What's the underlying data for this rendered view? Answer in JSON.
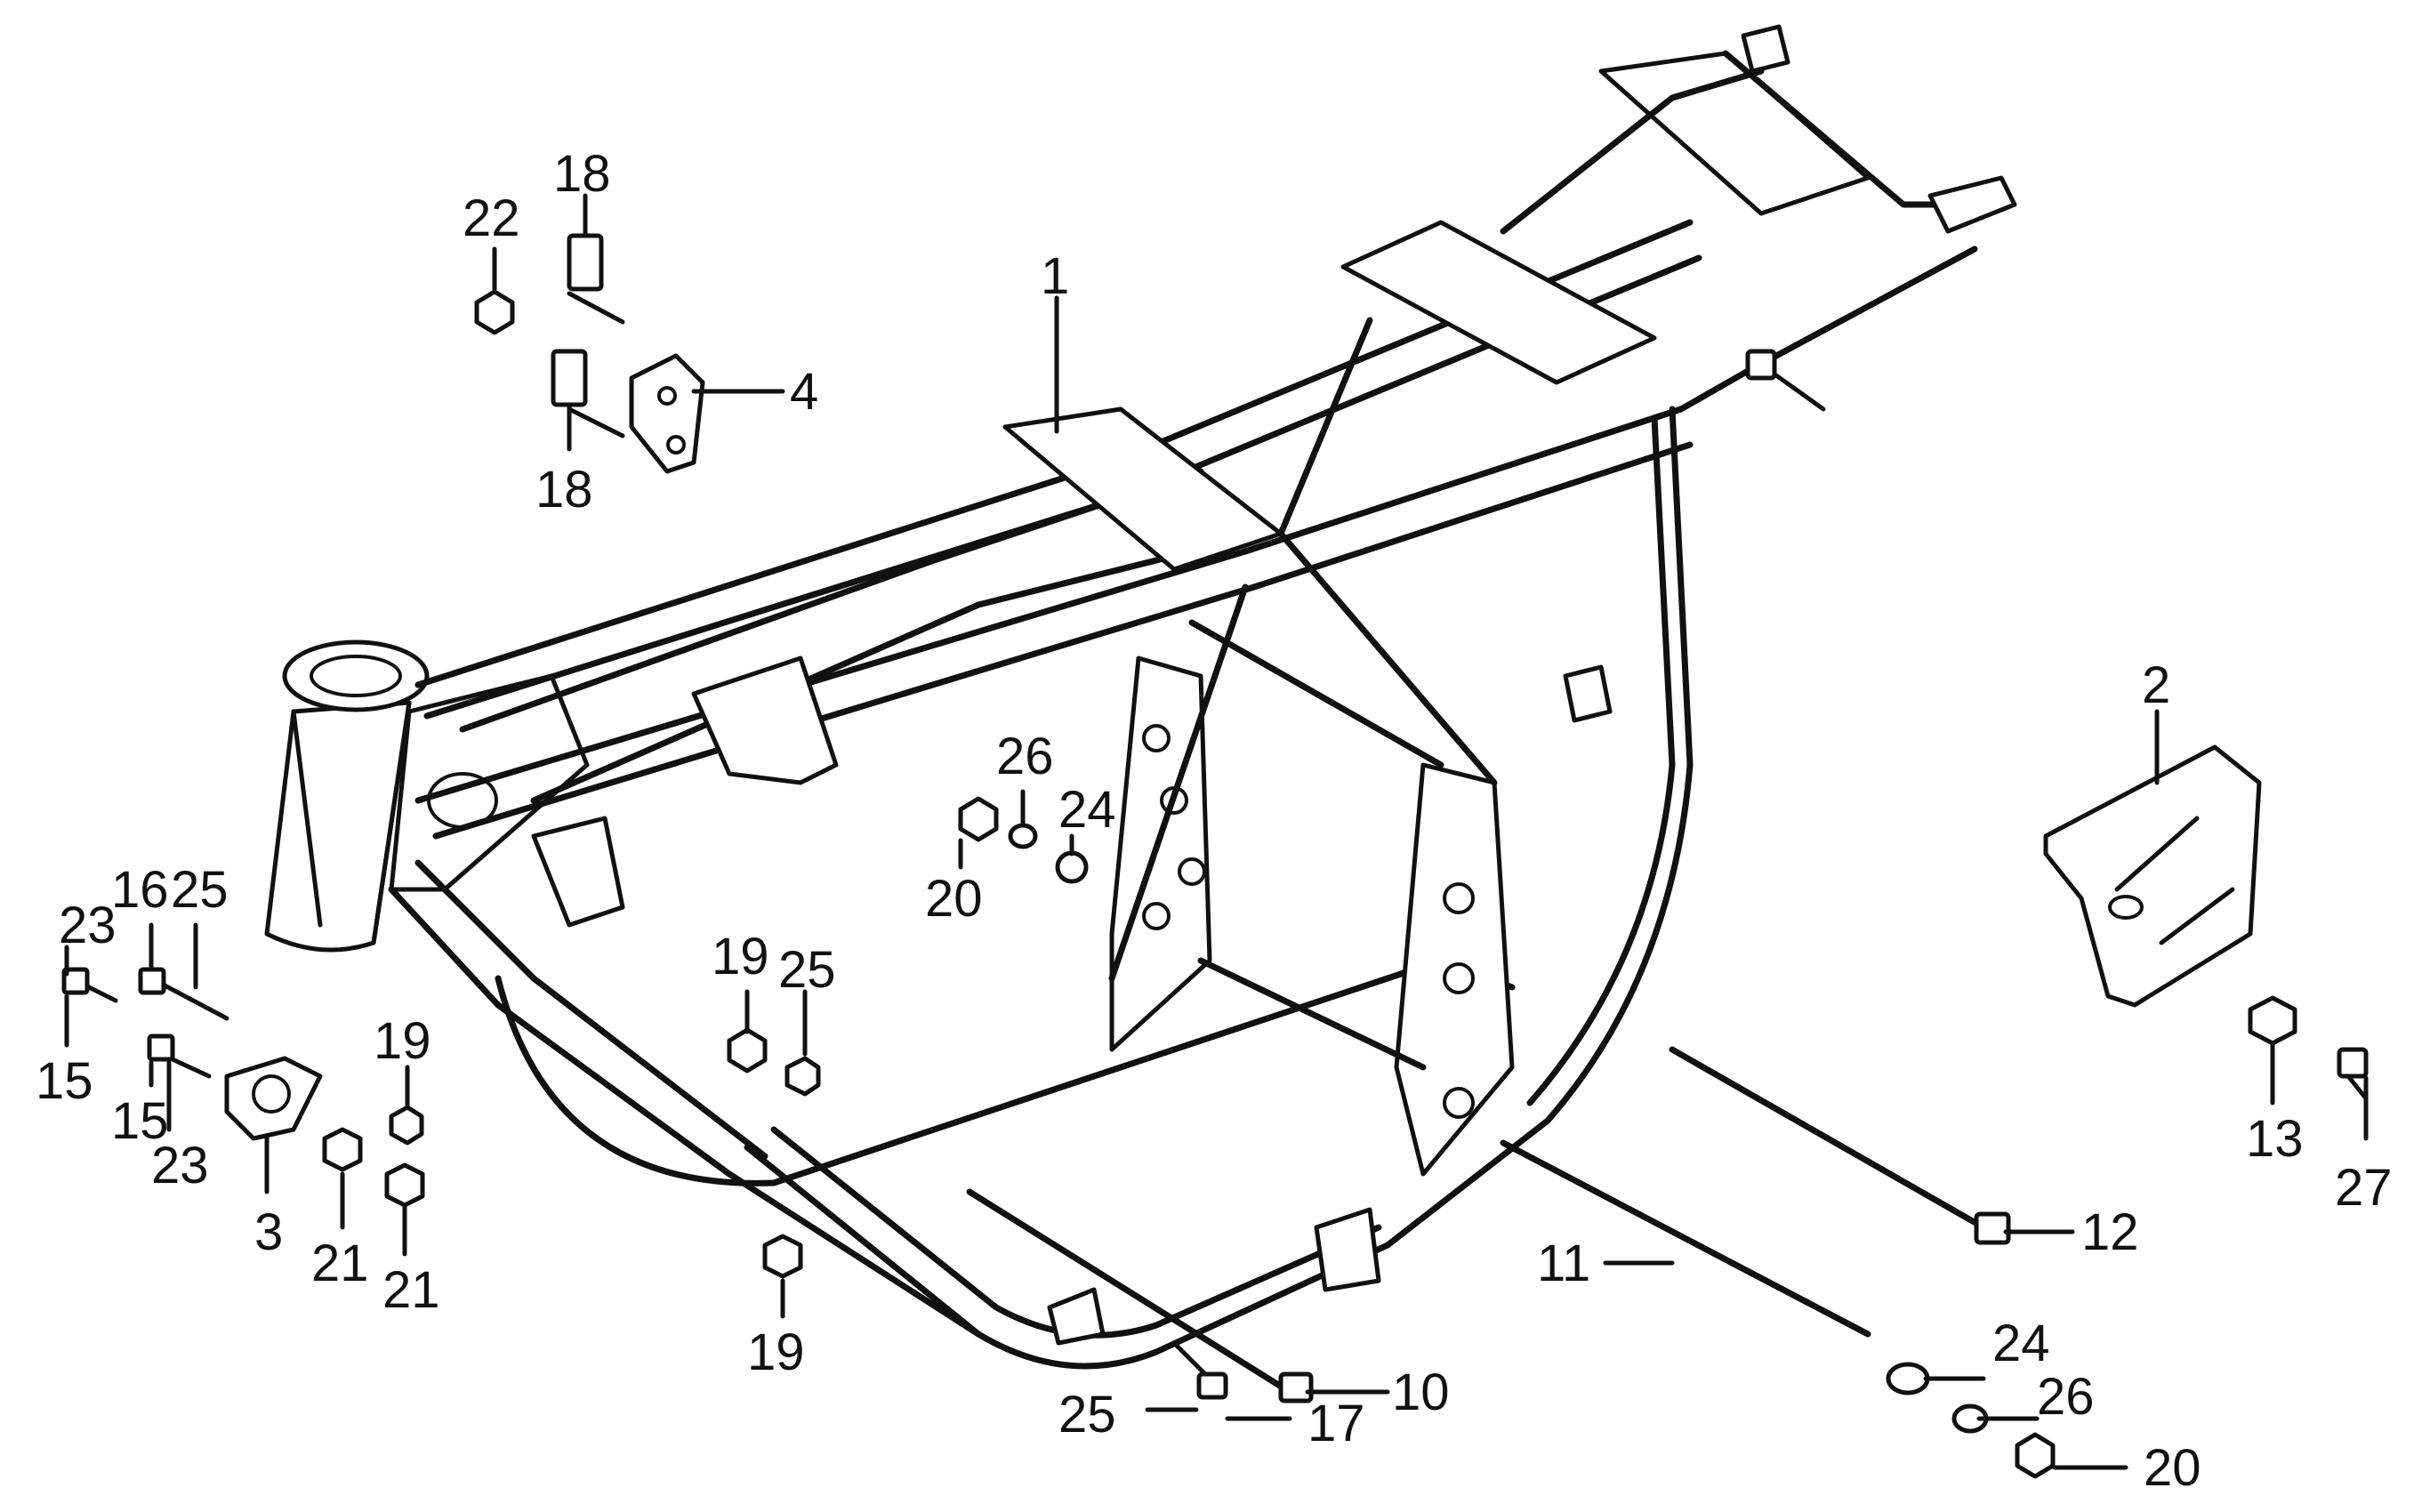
{
  "callouts": {
    "c1": "1",
    "c2": "2",
    "c3": "3",
    "c4": "4",
    "c10": "10",
    "c11": "11",
    "c12": "12",
    "c13": "13",
    "c15a": "15",
    "c15b": "15",
    "c16": "16",
    "c17": "17",
    "c18a": "18",
    "c18b": "18",
    "c19a": "19",
    "c19b": "19",
    "c19c": "19",
    "c20a": "20",
    "c20b": "20",
    "c21a": "21",
    "c21b": "21",
    "c22": "22",
    "c23a": "23",
    "c23b": "23",
    "c24a": "24",
    "c24b": "24",
    "c25a": "25",
    "c25b": "25",
    "c25c": "25",
    "c26a": "26",
    "c26b": "26",
    "c27": "27"
  }
}
